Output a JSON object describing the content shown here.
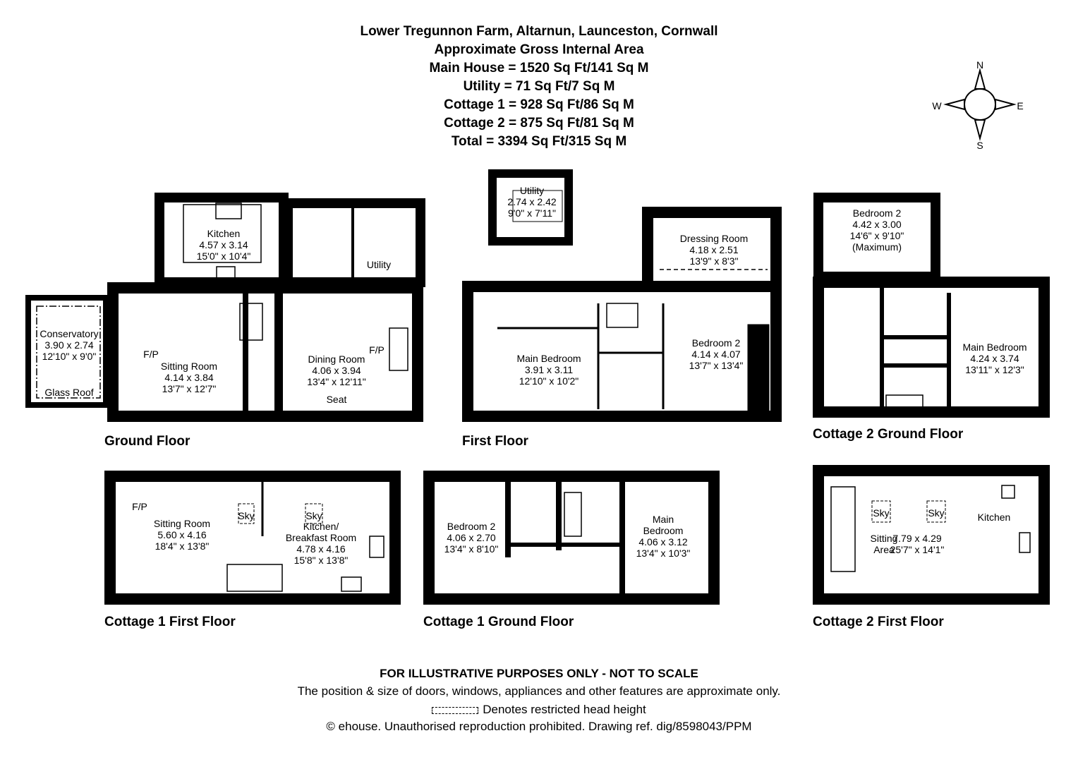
{
  "header": {
    "address": "Lower Tregunnon Farm, Altarnun, Launceston, Cornwall",
    "subtitle": "Approximate Gross Internal Area",
    "areas": [
      "Main House = 1520 Sq Ft/141 Sq M",
      "Utility = 71 Sq Ft/7 Sq M",
      "Cottage 1 = 928 Sq Ft/86 Sq M",
      "Cottage 2 = 875 Sq Ft/81 Sq M",
      "Total = 3394 Sq Ft/315 Sq M"
    ]
  },
  "compass": {
    "n": "N",
    "s": "S",
    "e": "E",
    "w": "W"
  },
  "ground_floor": {
    "title": "Ground Floor",
    "kitchen": [
      "Kitchen",
      "4.57 x 3.14",
      "15'0\" x 10'4\""
    ],
    "conservatory": [
      "Conservatory",
      "3.90 x 2.74",
      "12'10\" x 9'0\""
    ],
    "glass_roof": "Glass Roof",
    "sitting_room": [
      "Sitting Room",
      "4.14 x 3.84",
      "13'7\" x 12'7\""
    ],
    "dining_room": [
      "Dining Room",
      "4.06 x 3.94",
      "13'4\" x 12'11\""
    ],
    "fp": "F/P",
    "seat": "Seat",
    "utility": "Utility"
  },
  "utility_building": {
    "room": [
      "Utility",
      "2.74 x 2.42",
      "9'0\" x 7'11\""
    ]
  },
  "first_floor": {
    "title": "First Floor",
    "dressing_room": [
      "Dressing Room",
      "4.18 x 2.51",
      "13'9\" x 8'3\""
    ],
    "main_bedroom": [
      "Main Bedroom",
      "3.91 x 3.11",
      "12'10\" x 10'2\""
    ],
    "bedroom_2": [
      "Bedroom 2",
      "4.14 x 4.07",
      "13'7\" x 13'4\""
    ]
  },
  "cottage2_ground": {
    "title": "Cottage 2 Ground Floor",
    "bedroom_2": [
      "Bedroom 2",
      "4.42 x 3.00",
      "14'6\" x 9'10\"",
      "(Maximum)"
    ],
    "main_bedroom": [
      "Main Bedroom",
      "4.24 x 3.74",
      "13'11\" x 12'3\""
    ]
  },
  "cottage1_first": {
    "title": "Cottage 1 First Floor",
    "sitting_room": [
      "Sitting Room",
      "5.60 x 4.16",
      "18'4\" x 13'8\""
    ],
    "kitchen": [
      "Kitchen/",
      "Breakfast Room",
      "4.78 x 4.16",
      "15'8\" x 13'8\""
    ],
    "fp": "F/P",
    "sky": "Sky"
  },
  "cottage1_ground": {
    "title": "Cottage 1 Ground Floor",
    "bedroom_2": [
      "Bedroom 2",
      "4.06 x 2.70",
      "13'4\" x 8'10\""
    ],
    "main_bedroom": [
      "Main",
      "Bedroom",
      "4.06 x 3.12",
      "13'4\" x 10'3\""
    ]
  },
  "cottage2_first": {
    "title": "Cottage 2 First Floor",
    "sitting_area": [
      "Sitting",
      "Area"
    ],
    "dims": [
      "7.79 x 4.29",
      "25'7\" x 14'1\""
    ],
    "kitchen": "Kitchen",
    "sky": "Sky"
  },
  "footer": {
    "disclaimer": "FOR ILLUSTRATIVE PURPOSES ONLY - NOT TO SCALE",
    "note": "The position & size of doors, windows, appliances and other features are approximate only.",
    "legend": "Denotes restricted head height",
    "copyright": "© ehouse. Unauthorised reproduction prohibited. Drawing ref. dig/8598043/PPM"
  }
}
